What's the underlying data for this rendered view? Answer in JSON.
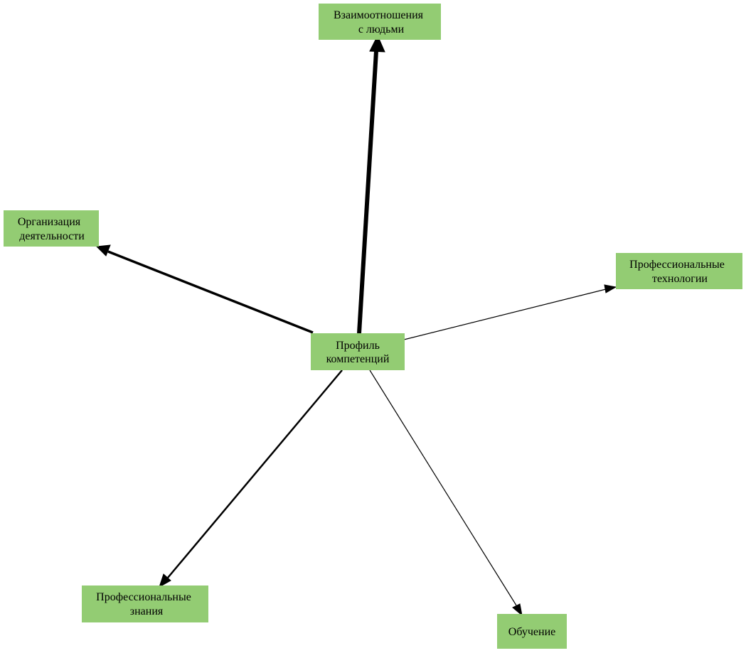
{
  "nodes": {
    "center": {
      "line1": "Профиль",
      "line2": "компетенций"
    },
    "relations": {
      "line1": "Взаимоотношения",
      "line2": "с людьми"
    },
    "organization": {
      "line1": "Организация",
      "line2": "деятельности"
    },
    "tech": {
      "line1": "Профессиональные",
      "line2": "технологии"
    },
    "knowledge": {
      "line1": "Профессиональные",
      "line2": "знания"
    },
    "learning": {
      "line1": "Обучение"
    }
  },
  "colors": {
    "node_fill": "#93cc73",
    "edge": "#000000"
  }
}
